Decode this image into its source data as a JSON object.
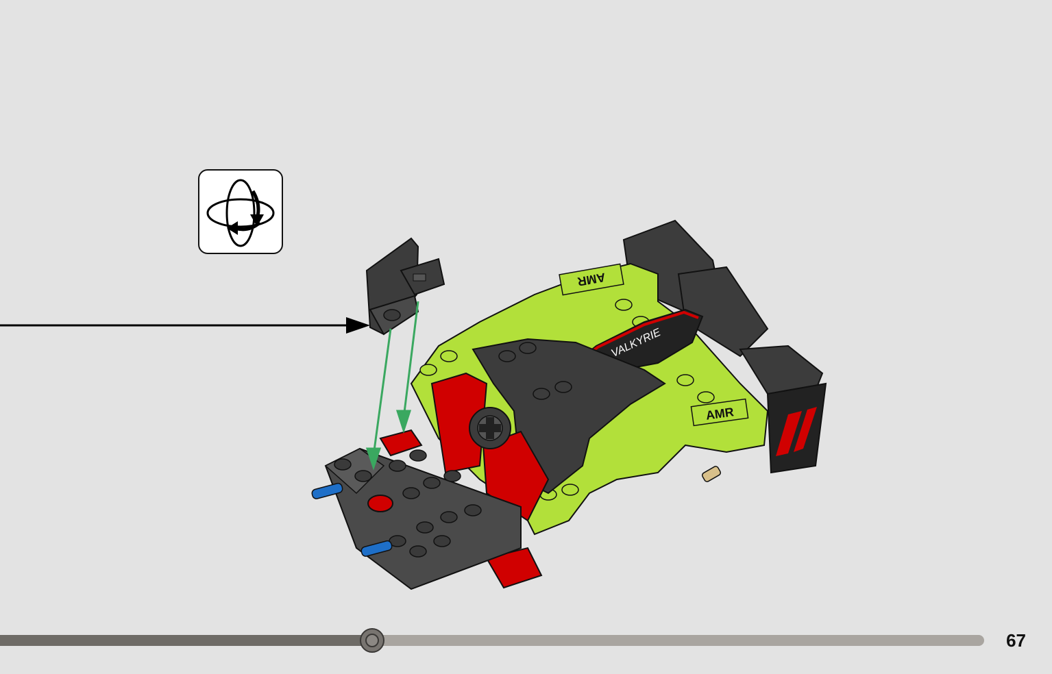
{
  "rotate_hint": {
    "icon": "rotate-model-icon"
  },
  "model": {
    "labels": {
      "front_decal": "AMR",
      "side_decal": "AMR",
      "wing_decal": "VALKYRIE"
    },
    "colors": {
      "lime": "#b2e03a",
      "dark_gray": "#3c3c3c",
      "red": "#d00000",
      "blue": "#1e6fc8",
      "arrow_green": "#3aa860",
      "tan": "#d8c08a"
    }
  },
  "navigation": {
    "progress_fraction": 0.378,
    "page_number": "67"
  }
}
